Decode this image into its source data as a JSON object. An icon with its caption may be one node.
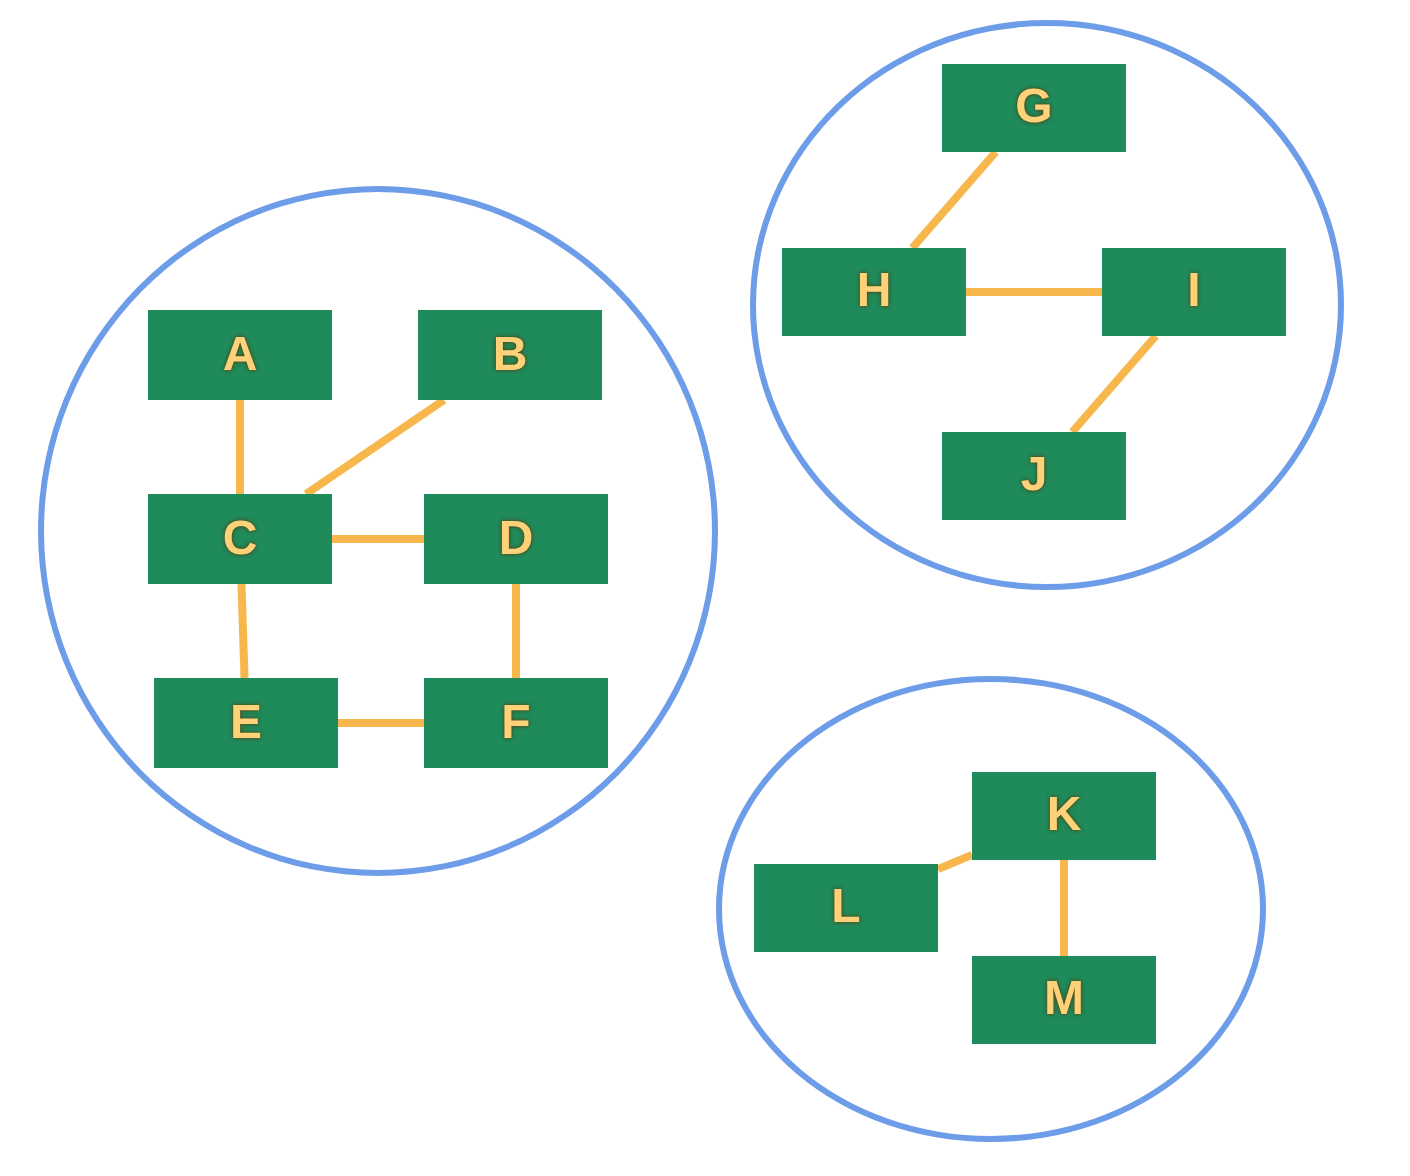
{
  "diagram": {
    "nodes": [
      {
        "text": [],
        "shape": "circle"
      },
      {
        "text": [
          "A"
        ],
        "in": 0
      },
      {
        "text": [
          "B"
        ],
        "in": 0
      },
      {
        "text": [
          "C"
        ],
        "in": 0
      },
      {
        "text": [
          "D"
        ],
        "in": 0
      },
      {
        "text": [
          "E"
        ],
        "in": 0
      },
      {
        "text": [
          "F"
        ],
        "in": 0
      },
      {
        "text": [],
        "shape": "circle"
      },
      {
        "text": [
          "G"
        ],
        "in": 7
      },
      {
        "text": [
          "H"
        ],
        "in": 7
      },
      {
        "text": [
          "I"
        ],
        "in": 7
      },
      {
        "text": [
          "J"
        ],
        "in": 7
      },
      {
        "text": [],
        "shape": "circle"
      },
      {
        "text": [
          "K"
        ],
        "in": 12
      },
      {
        "text": [
          "L"
        ],
        "in": 12
      },
      {
        "text": [
          "M"
        ],
        "in": 12
      }
    ],
    "edges": [
      {
        "from": 1,
        "to": 3,
        "arrow": "none"
      },
      {
        "from": 2,
        "to": 3,
        "arrow": "none"
      },
      {
        "from": 3,
        "to": 4,
        "arrow": "none"
      },
      {
        "from": 3,
        "to": 5,
        "arrow": "none"
      },
      {
        "from": 4,
        "to": 6,
        "arrow": "none"
      },
      {
        "from": 5,
        "to": 6,
        "arrow": "none"
      },
      {
        "from": 8,
        "to": 9,
        "arrow": "none"
      },
      {
        "from": 9,
        "to": 10,
        "arrow": "none"
      },
      {
        "from": 10,
        "to": 11,
        "arrow": "none"
      },
      {
        "from": 13,
        "to": 14,
        "arrow": "none"
      },
      {
        "from": 13,
        "to": 15,
        "arrow": "none"
      }
    ]
  }
}
